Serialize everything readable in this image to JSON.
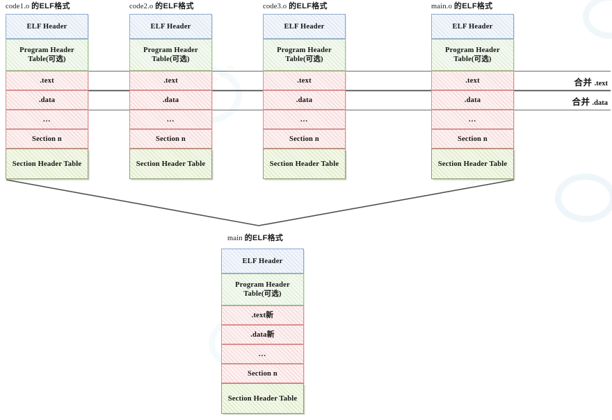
{
  "diagram": {
    "title_suffix": "的ELF格式",
    "objects": [
      {
        "id": "code1",
        "name": "code1.o",
        "title_prefix": "code1.o ",
        "rows": [
          {
            "label": "ELF Header",
            "kind": "header"
          },
          {
            "label": "Program Header",
            "label2": "Table(可选)",
            "kind": "green"
          },
          {
            "label": ".text",
            "kind": "red"
          },
          {
            "label": ".data",
            "kind": "red"
          },
          {
            "label": "...",
            "kind": "red"
          },
          {
            "label": "Section n",
            "kind": "red"
          },
          {
            "label": "Section Header Table",
            "kind": "sht"
          }
        ]
      },
      {
        "id": "code2",
        "name": "code2.o",
        "title_prefix": "code2.o ",
        "rows": [
          {
            "label": "ELF Header",
            "kind": "header"
          },
          {
            "label": "Program Header",
            "label2": "Table(可选)",
            "kind": "green"
          },
          {
            "label": ".text",
            "kind": "red"
          },
          {
            "label": ".data",
            "kind": "red"
          },
          {
            "label": "...",
            "kind": "red"
          },
          {
            "label": "Section n",
            "kind": "red"
          },
          {
            "label": "Section Header Table",
            "kind": "sht"
          }
        ]
      },
      {
        "id": "code3",
        "name": "code3.o",
        "title_prefix": "code3.o ",
        "rows": [
          {
            "label": "ELF Header",
            "kind": "header"
          },
          {
            "label": "Program Header",
            "label2": "Table(可选)",
            "kind": "green"
          },
          {
            "label": ".text",
            "kind": "red"
          },
          {
            "label": ".data",
            "kind": "red"
          },
          {
            "label": "...",
            "kind": "red"
          },
          {
            "label": "Section n",
            "kind": "red"
          },
          {
            "label": "Section Header Table",
            "kind": "sht"
          }
        ]
      },
      {
        "id": "maino",
        "name": "main.o",
        "title_prefix": "main.o ",
        "rows": [
          {
            "label": "ELF Header",
            "kind": "header"
          },
          {
            "label": "Program Header",
            "label2": "Table(可选)",
            "kind": "green"
          },
          {
            "label": ".text",
            "kind": "red"
          },
          {
            "label": ".data",
            "kind": "red"
          },
          {
            "label": "...",
            "kind": "red"
          },
          {
            "label": "Section n",
            "kind": "red"
          },
          {
            "label": "Section Header Table",
            "kind": "sht"
          }
        ]
      }
    ],
    "output": {
      "id": "main",
      "name": "main",
      "title_prefix": "main ",
      "rows": [
        {
          "label": "ELF Header",
          "kind": "header"
        },
        {
          "label": "Program Header",
          "label2": "Table(可选)",
          "kind": "green"
        },
        {
          "label": ".text ",
          "suffix_cn": "新",
          "kind": "red"
        },
        {
          "label": ".data ",
          "suffix_cn": "新",
          "kind": "red"
        },
        {
          "label": "...",
          "kind": "red"
        },
        {
          "label": "Section n",
          "kind": "red"
        },
        {
          "label": "Section Header Table",
          "kind": "sht"
        }
      ]
    },
    "merge_labels": [
      {
        "cn": "合并",
        "section": ".text"
      },
      {
        "cn": "合并",
        "section": ".data"
      }
    ],
    "colors": {
      "elf_header_border": "#8fa9cc",
      "program_header_border": "#9dc28e",
      "section_border": "#d98f8f",
      "section_header_table_border": "#8f9e72",
      "connector_line": "#555555",
      "text": "#161616"
    }
  }
}
